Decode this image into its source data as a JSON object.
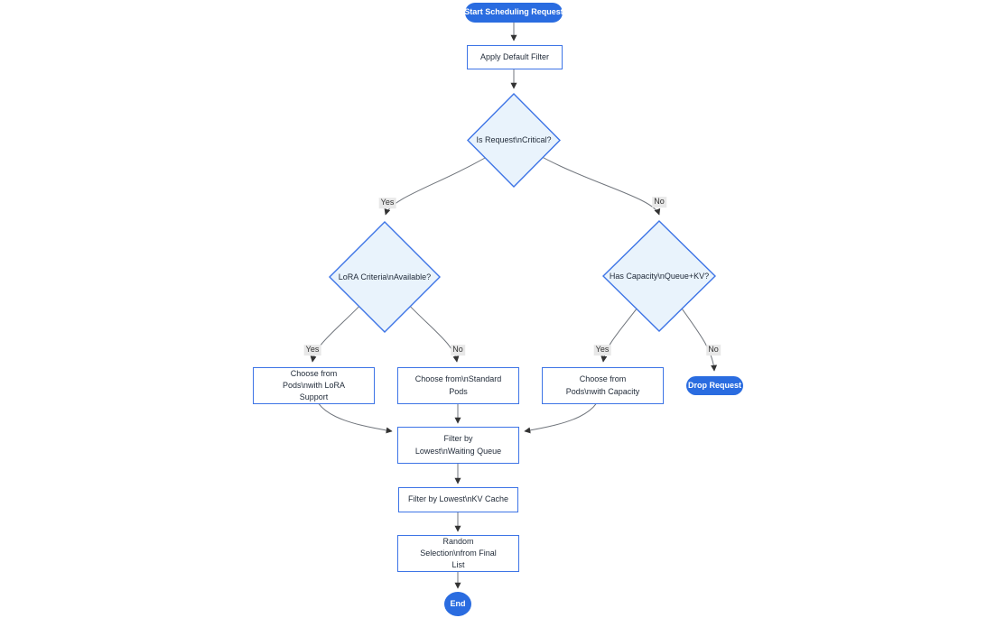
{
  "diagram": {
    "type": "flowchart",
    "direction": "top-down",
    "nodes": {
      "start": {
        "shape": "stadium",
        "label": "Start Scheduling Request"
      },
      "apply_filter": {
        "shape": "rect",
        "label": "Apply Default Filter"
      },
      "is_critical": {
        "shape": "diamond",
        "label": "Is Request\\nCritical?"
      },
      "lora_criteria": {
        "shape": "diamond",
        "label": "LoRA Criteria\\nAvailable?"
      },
      "has_capacity": {
        "shape": "diamond",
        "label": "Has Capacity\\nQueue+KV?"
      },
      "choose_lora": {
        "shape": "rect",
        "label": "Choose from Pods\\nwith LoRA Support"
      },
      "choose_standard": {
        "shape": "rect",
        "label": "Choose from\\nStandard Pods"
      },
      "choose_capacity": {
        "shape": "rect",
        "label": "Choose from Pods\\nwith Capacity"
      },
      "drop_request": {
        "shape": "stadium",
        "label": "Drop Request"
      },
      "filter_queue": {
        "shape": "rect",
        "label": "Filter by Lowest\\nWaiting Queue"
      },
      "filter_kv": {
        "shape": "rect",
        "label": "Filter by Lowest\\nKV Cache"
      },
      "random_selection": {
        "shape": "rect",
        "label": "Random Selection\\nfrom Final List"
      },
      "end": {
        "shape": "circle",
        "label": "End"
      }
    },
    "edges": [
      {
        "from": "start",
        "to": "apply_filter",
        "label": ""
      },
      {
        "from": "apply_filter",
        "to": "is_critical",
        "label": ""
      },
      {
        "from": "is_critical",
        "to": "lora_criteria",
        "label": "Yes"
      },
      {
        "from": "is_critical",
        "to": "has_capacity",
        "label": "No"
      },
      {
        "from": "lora_criteria",
        "to": "choose_lora",
        "label": "Yes"
      },
      {
        "from": "lora_criteria",
        "to": "choose_standard",
        "label": "No"
      },
      {
        "from": "has_capacity",
        "to": "choose_capacity",
        "label": "Yes"
      },
      {
        "from": "has_capacity",
        "to": "drop_request",
        "label": "No"
      },
      {
        "from": "choose_lora",
        "to": "filter_queue",
        "label": ""
      },
      {
        "from": "choose_standard",
        "to": "filter_queue",
        "label": ""
      },
      {
        "from": "choose_capacity",
        "to": "filter_queue",
        "label": ""
      },
      {
        "from": "filter_queue",
        "to": "filter_kv",
        "label": ""
      },
      {
        "from": "filter_kv",
        "to": "random_selection",
        "label": ""
      },
      {
        "from": "random_selection",
        "to": "end",
        "label": ""
      }
    ],
    "colors": {
      "accent_blue": "#2a6ce0",
      "shape_border": "#3d74e6",
      "diamond_fill": "#e9f3fc",
      "edge_line": "#70757c",
      "arrowhead": "#333333",
      "edge_label_bg": "#e8e8e8",
      "node_text": "#1f2937"
    }
  }
}
